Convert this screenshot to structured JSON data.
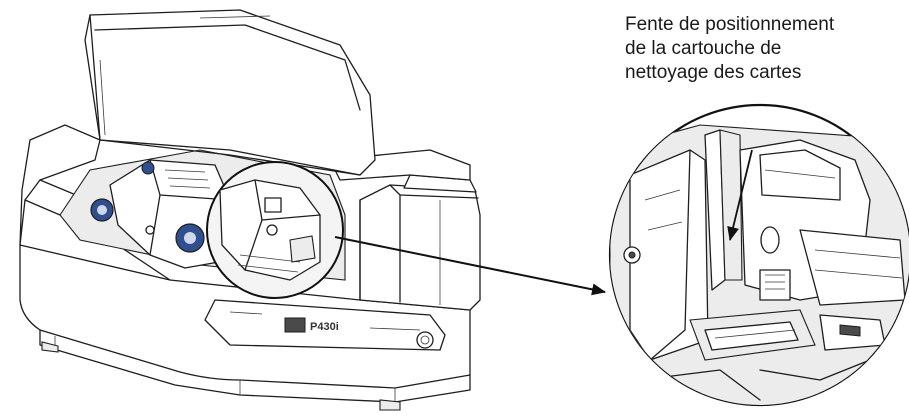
{
  "callout": {
    "lines": [
      "Fente de positionnement",
      "de la cartouche de",
      "nettoyage des cartes"
    ]
  },
  "printer": {
    "brand_label": "P430i"
  },
  "colors": {
    "line": "#1e1e1e",
    "knob": "#2f4f8f",
    "background": "#ffffff"
  },
  "icons": {
    "pointer": "arrow-icon"
  }
}
